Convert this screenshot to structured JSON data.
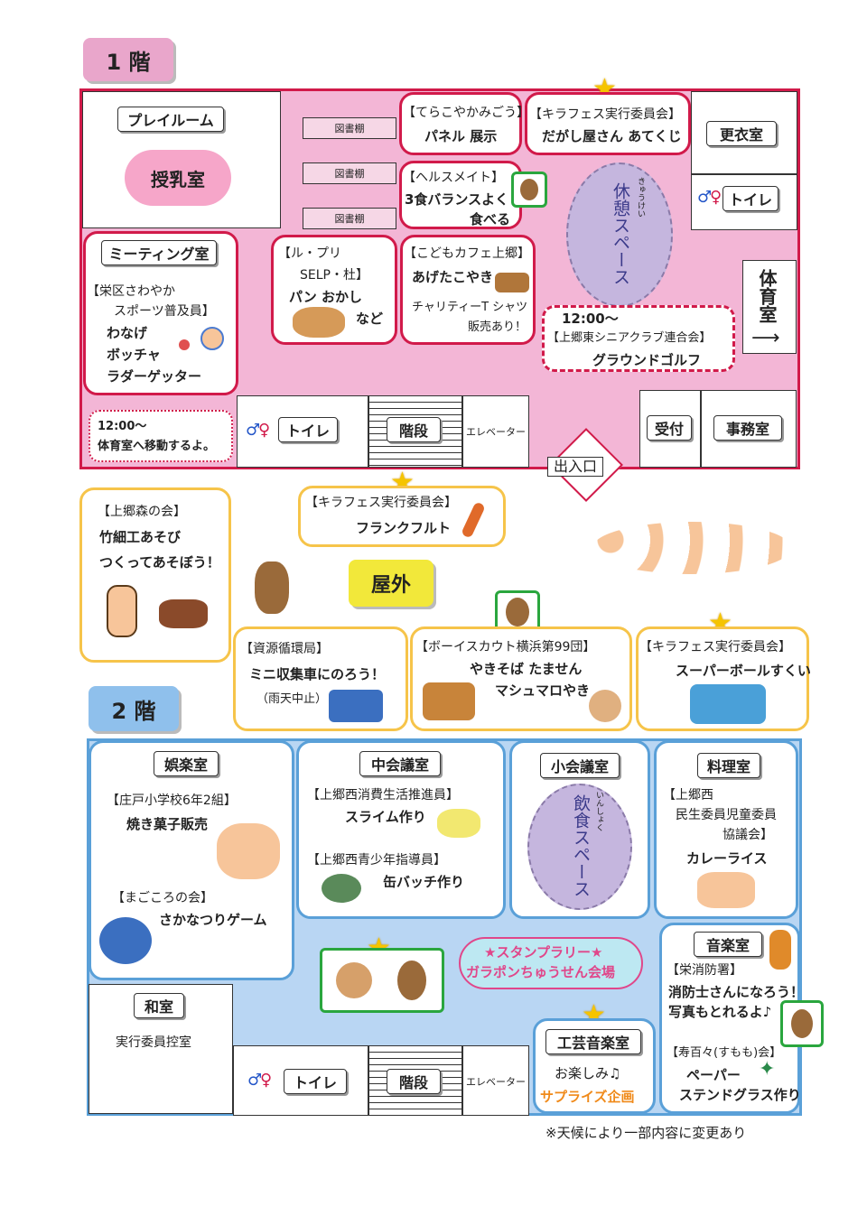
{
  "floor1": {
    "tab": "1 階",
    "playroom": "プレイルーム",
    "nursing": "授乳室",
    "shelf": "図書棚",
    "terakoya_org": "【てらこやかみごう】",
    "terakoya_item": "パネル 展示",
    "kirafes_org": "【キラフェス実行委員会】",
    "kirafes_item": "だがし屋さん あてくじ",
    "changing": "更衣室",
    "toilet": "トイレ",
    "health_org": "【ヘルスメイト】",
    "health_item1": "3食バランスよく",
    "health_item2": "食べる",
    "rest_ruby": "きゅうけい",
    "rest": "休憩スペース",
    "meeting": "ミーティング室",
    "meeting_org1": "【栄区さわやか",
    "meeting_org2": "スポーツ普及員】",
    "meeting_item1": "わなげ",
    "meeting_item2": "ボッチャ",
    "meeting_item3": "ラダーゲッター",
    "lupri_org1": "【ル・プリ",
    "lupri_org2": "SELP・杜】",
    "lupri_item1": "パン おかし",
    "lupri_item2": "など",
    "cafe_org": "【こどもカフェ上郷】",
    "cafe_item": "あげたこやき",
    "cafe_note1": "チャリティーT シャツ",
    "cafe_note2": "販売あり！",
    "gym": "体育室",
    "golf_time": "12:00～",
    "golf_org": "【上郷東シニアクラブ連合会】",
    "golf_item": "グラウンドゴルフ",
    "move_time": "12:00～",
    "move_note": "体育室へ移動するよ。",
    "stairs": "階段",
    "elevator": "エレベーター",
    "reception": "受付",
    "office": "事務室",
    "entrance": "出入口"
  },
  "outdoor": {
    "tab": "屋外",
    "mori_org": "【上郷森の会】",
    "mori_item1": "竹細工あそび",
    "mori_item2": "つくってあそぼう！",
    "kirafes1_org": "【キラフェス実行委員会】",
    "kirafes1_item": "フランクフルト",
    "shigen_org": "【資源循環局】",
    "shigen_item": "ミニ収集車にのろう！",
    "shigen_note": "（雨天中止）",
    "scout_org": "【ボーイスカウト横浜第99団】",
    "scout_item1": "やきそば たません",
    "scout_item2": "マシュマロやき",
    "kirafes2_org": "【キラフェス実行委員会】",
    "kirafes2_item": "スーパーボールすくい"
  },
  "floor2": {
    "tab": "2 階",
    "goraku": "娯楽室",
    "shodo_org": "【庄戸小学校6年2組】",
    "shodo_item": "焼き菓子販売",
    "magokoro_org": "【まごころの会】",
    "magokoro_item": "さかなつりゲーム",
    "chukaigi": "中会議室",
    "shohi_org": "【上郷西消費生活推進員】",
    "shohi_item": "スライム作り",
    "seishonen_org": "【上郷西青少年指導員】",
    "seishonen_item": "缶バッチ作り",
    "shokaigi": "小会議室",
    "eat_ruby": "いんしょく",
    "eat": "飲食スペース",
    "ryori": "料理室",
    "minsei_org1": "【上郷西",
    "minsei_org2": "民生委員児童委員",
    "minsei_org3": "協議会】",
    "minsei_item": "カレーライス",
    "stamp1": "★スタンプラリー★",
    "stamp2": "ガラポンちゅうせん会場",
    "washitsu": "和室",
    "washitsu_note": "実行委員控室",
    "toilet": "トイレ",
    "stairs": "階段",
    "elevator": "エレベーター",
    "kogei": "工芸音楽室",
    "kogei_item": "お楽しみ♫",
    "kogei_surprise": "サプライズ企画",
    "ongaku": "音楽室",
    "fire_org": "【栄消防署】",
    "fire_item1": "消防士さんになろう！",
    "fire_item2": "写真もとれるよ♪",
    "sumomo_org": "【寿百々(すもも)会】",
    "sumomo_item1": "ペーパー",
    "sumomo_item2": "ステンドグラス作り"
  },
  "footer_note": "※天候により一部内容に変更あり",
  "colors": {
    "floor1_bg": "#f3b6d6",
    "floor1_border": "#d11a4a",
    "floor2_bg": "#b9d6f3",
    "floor2_border": "#5aa0d8",
    "outdoor_border": "#f6c44a"
  }
}
